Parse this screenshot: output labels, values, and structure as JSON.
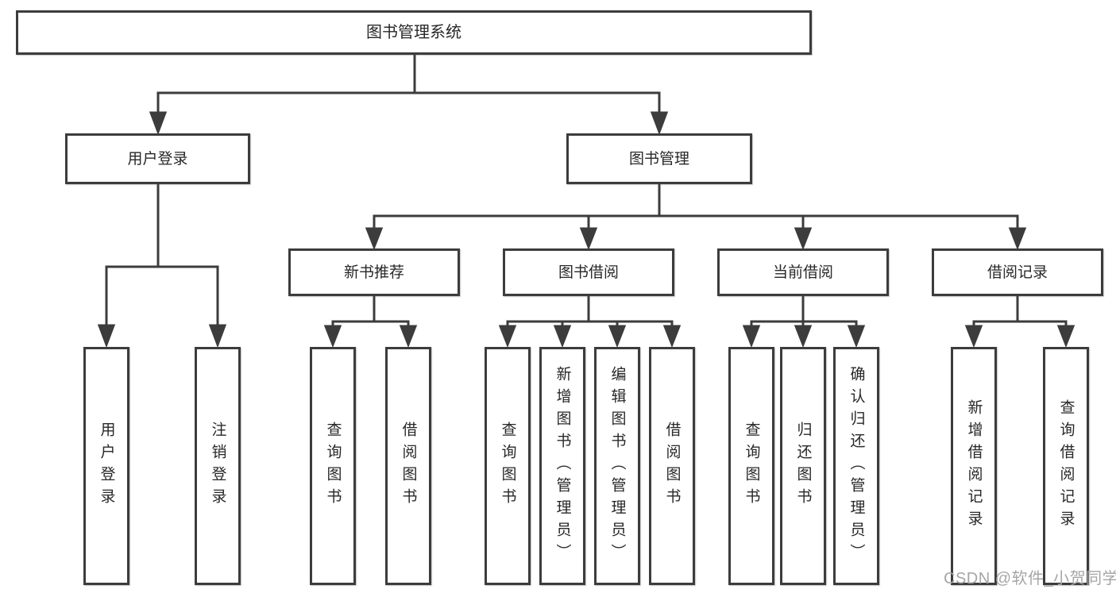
{
  "diagram": {
    "root": {
      "label": "图书管理系统"
    },
    "branches": [
      {
        "label": "用户登录",
        "children": [
          {
            "label": "用户登录"
          },
          {
            "label": "注销登录"
          }
        ]
      },
      {
        "label": "图书管理",
        "groups": [
          {
            "label": "新书推荐",
            "children": [
              {
                "label": "查询图书"
              },
              {
                "label": "借阅图书"
              }
            ]
          },
          {
            "label": "图书借阅",
            "children": [
              {
                "label": "查询图书"
              },
              {
                "label": "新增图书（管理员）"
              },
              {
                "label": "编辑图书（管理员）"
              },
              {
                "label": "借阅图书"
              }
            ]
          },
          {
            "label": "当前借阅",
            "children": [
              {
                "label": "查询图书"
              },
              {
                "label": "归还图书"
              },
              {
                "label": "确认归还（管理员）"
              }
            ]
          },
          {
            "label": "借阅记录",
            "children": [
              {
                "label": "新增借阅记录"
              },
              {
                "label": "查询借阅记录"
              }
            ]
          }
        ]
      }
    ]
  },
  "watermark": {
    "text": "CSDN @软件_小贺同学"
  },
  "colors": {
    "line": "#3c3c3c",
    "box_border": "#3c3c3c",
    "text": "#282828",
    "watermark": "#a6a6a6",
    "background": "#ffffff"
  }
}
